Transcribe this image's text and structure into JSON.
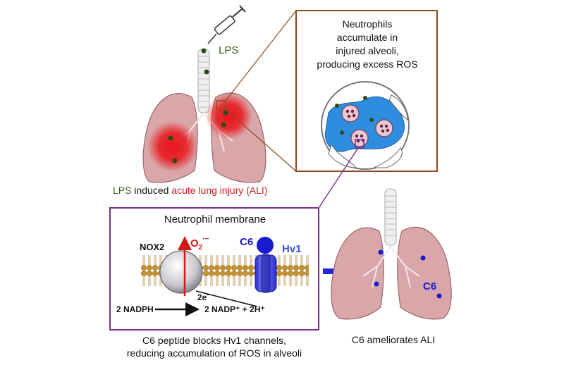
{
  "labels": {
    "lps_injection": "LPS",
    "ali_prefix_lps": "LPS",
    "ali_induced": "induced",
    "ali_term": "acute lung injury (ALI)",
    "inset_title_line1": "Neutrophils",
    "inset_title_line2": "accumulate in",
    "inset_title_line3": "injured alveoli,",
    "inset_title_line4": "producing excess ROS",
    "membrane_title": "Neutrophil membrane",
    "nox2": "NOX2",
    "superoxide": "O",
    "superoxide_sub": "2",
    "superoxide_sup": "·−",
    "c6_peptide": "C6",
    "hv1": "Hv1",
    "electrons": "2e",
    "electrons_sup": "-",
    "nadph": "2 NADPH",
    "nadp_products": "2 NADP⁺ + 2H⁺",
    "treated_c6": "C6",
    "caption_left_line1": "C6 peptide blocks Hv1 channels,",
    "caption_left_line2": "reducing accumulation of ROS in alveoli",
    "caption_right": "C6 ameliorates ALI"
  },
  "colors": {
    "lps_green": "#3a5a1a",
    "injury_red": "#d11a1a",
    "inset_border": "#8b4a1e",
    "membrane_border": "#7b2c8f",
    "c6_blue": "#1a1acf",
    "hv1_blue": "#3a4ed8",
    "alveolus_fluid": "#2f8de0",
    "lung_pink": "#d9a7a9",
    "lipid_head": "#c8922a",
    "arrow_blue": "#2424d8"
  },
  "icons": [
    "syringe-icon",
    "lung-icon",
    "neutrophil-icon",
    "ion-channel-icon"
  ]
}
